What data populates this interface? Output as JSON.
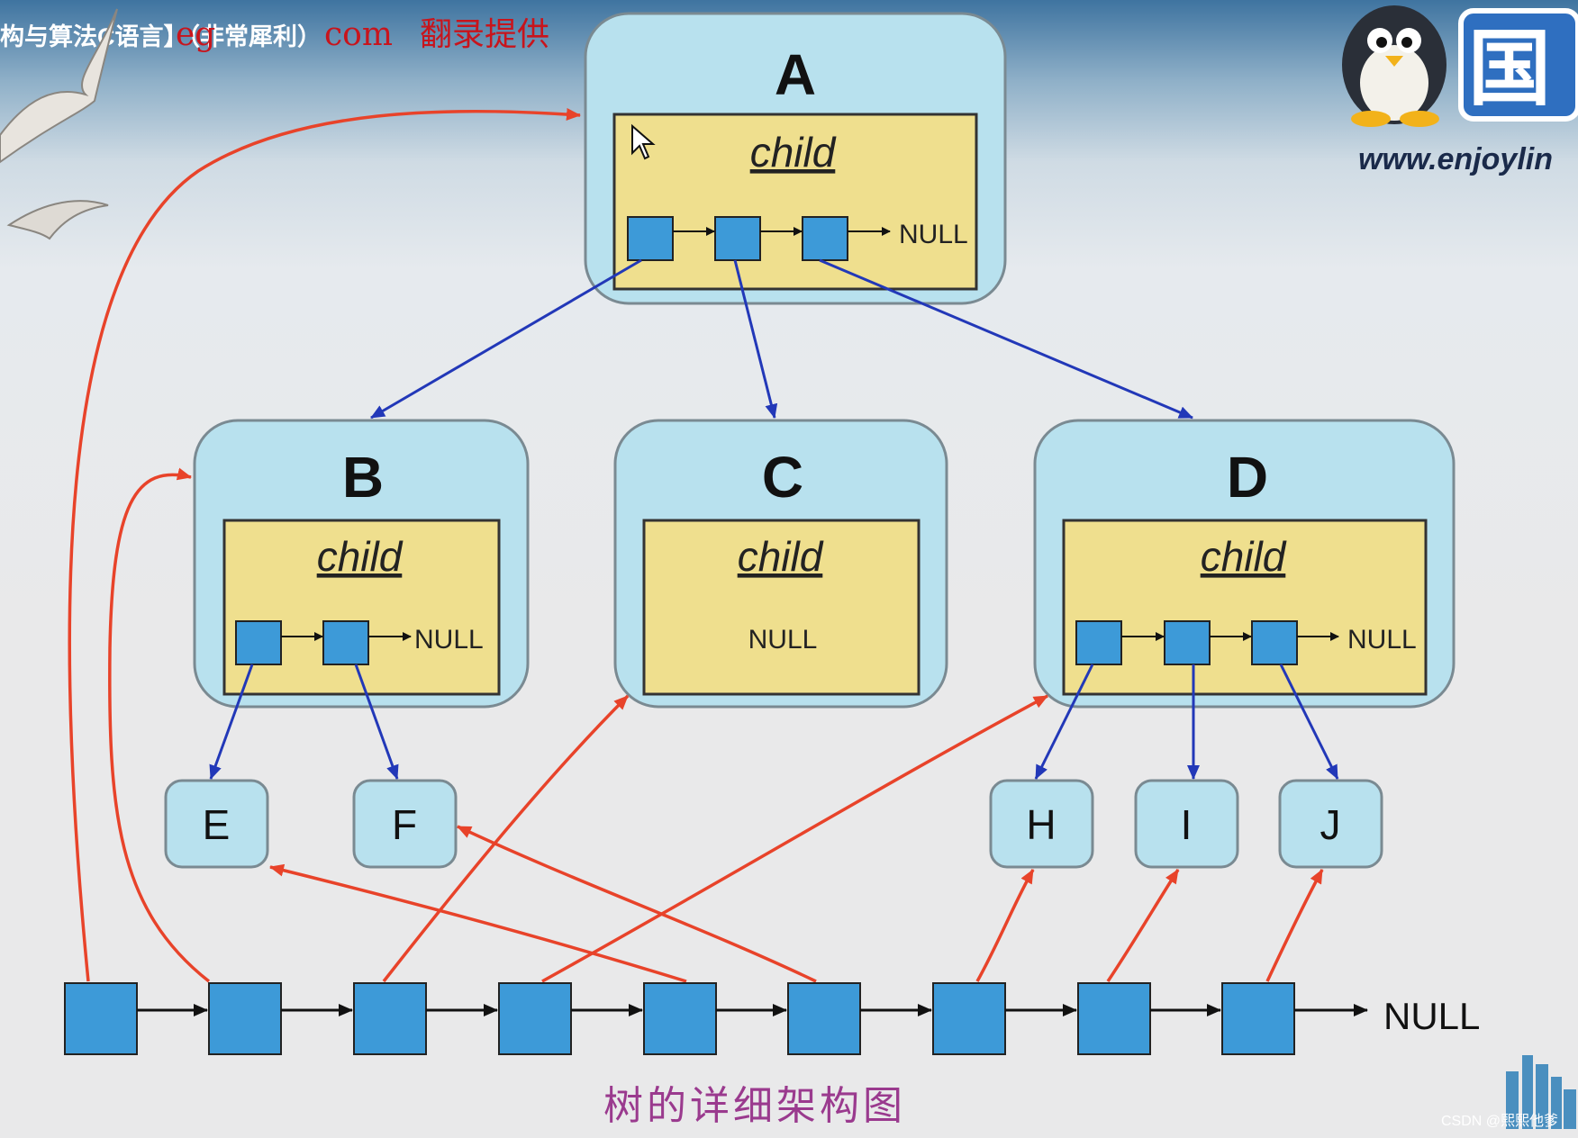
{
  "header": {
    "left_white": "构与算法C语言】（非常犀利）",
    "red_fragment": "eg",
    "red_com": "com",
    "red_suffix": "翻录提供"
  },
  "site": "www.enjoylin",
  "logo_glyph": "国",
  "nodes": {
    "a": {
      "letter": "A",
      "child_label": "child",
      "null_label": "NULL"
    },
    "b": {
      "letter": "B",
      "child_label": "child",
      "null_label": "NULL"
    },
    "c": {
      "letter": "C",
      "child_label": "child",
      "null_label": "NULL"
    },
    "d": {
      "letter": "D",
      "child_label": "child",
      "null_label": "NULL"
    }
  },
  "leaves": {
    "e": "E",
    "f": "F",
    "h": "H",
    "i": "I",
    "j": "J"
  },
  "list_null": "NULL",
  "caption": "树的详细架构图",
  "watermark": "CSDN @熙熙他爹",
  "colors": {
    "node_fill": "#b8e1ee",
    "child_fill": "#efdf8e",
    "square_fill": "#3d9ad8",
    "blue_arrow": "#2238b8",
    "red_arrow": "#e8432a",
    "caption": "#9a3a8e"
  }
}
